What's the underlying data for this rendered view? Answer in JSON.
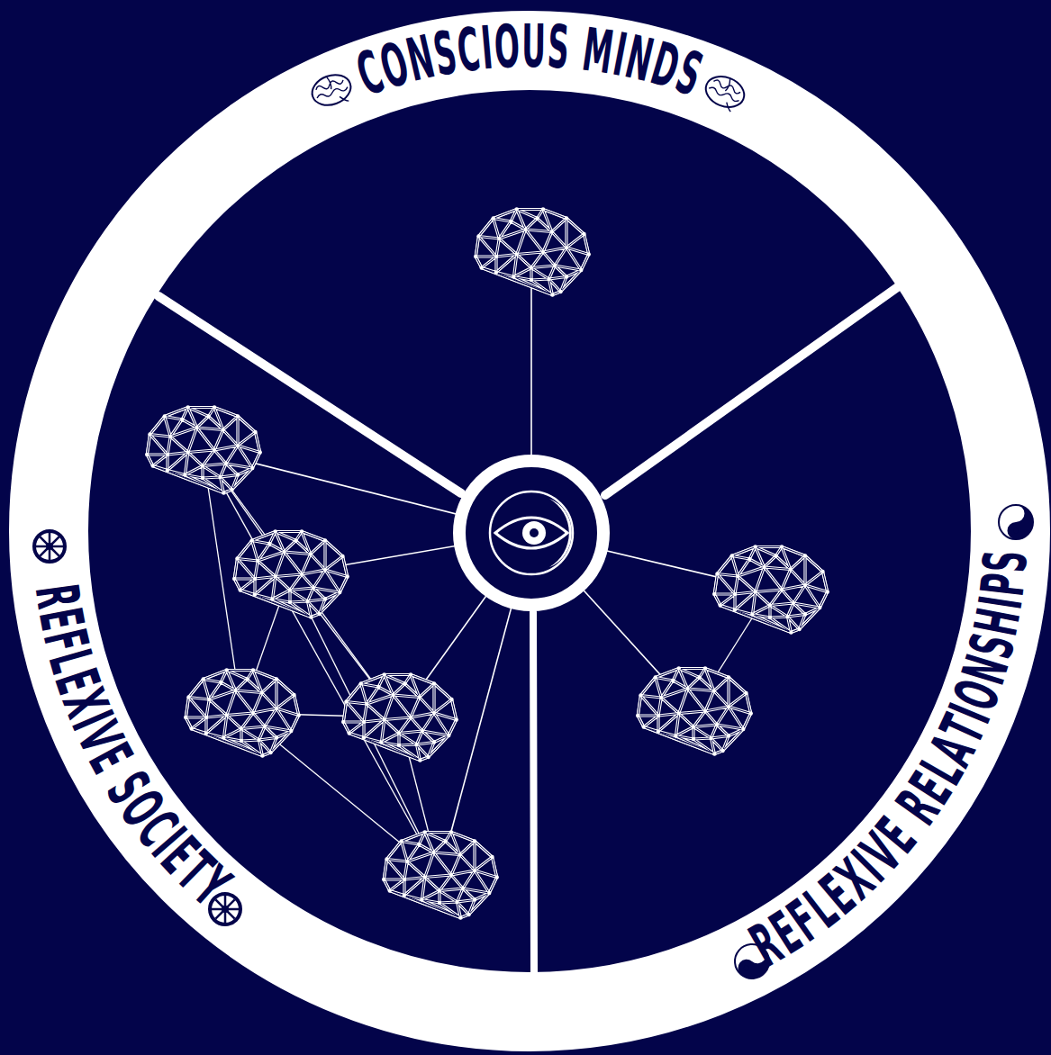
{
  "diagram": {
    "labels": [
      "CONSCIOUS MINDS",
      "REFLEXIVE SOCIETY",
      "REFLEXIVE RELATIONSHIPS"
    ]
  }
}
